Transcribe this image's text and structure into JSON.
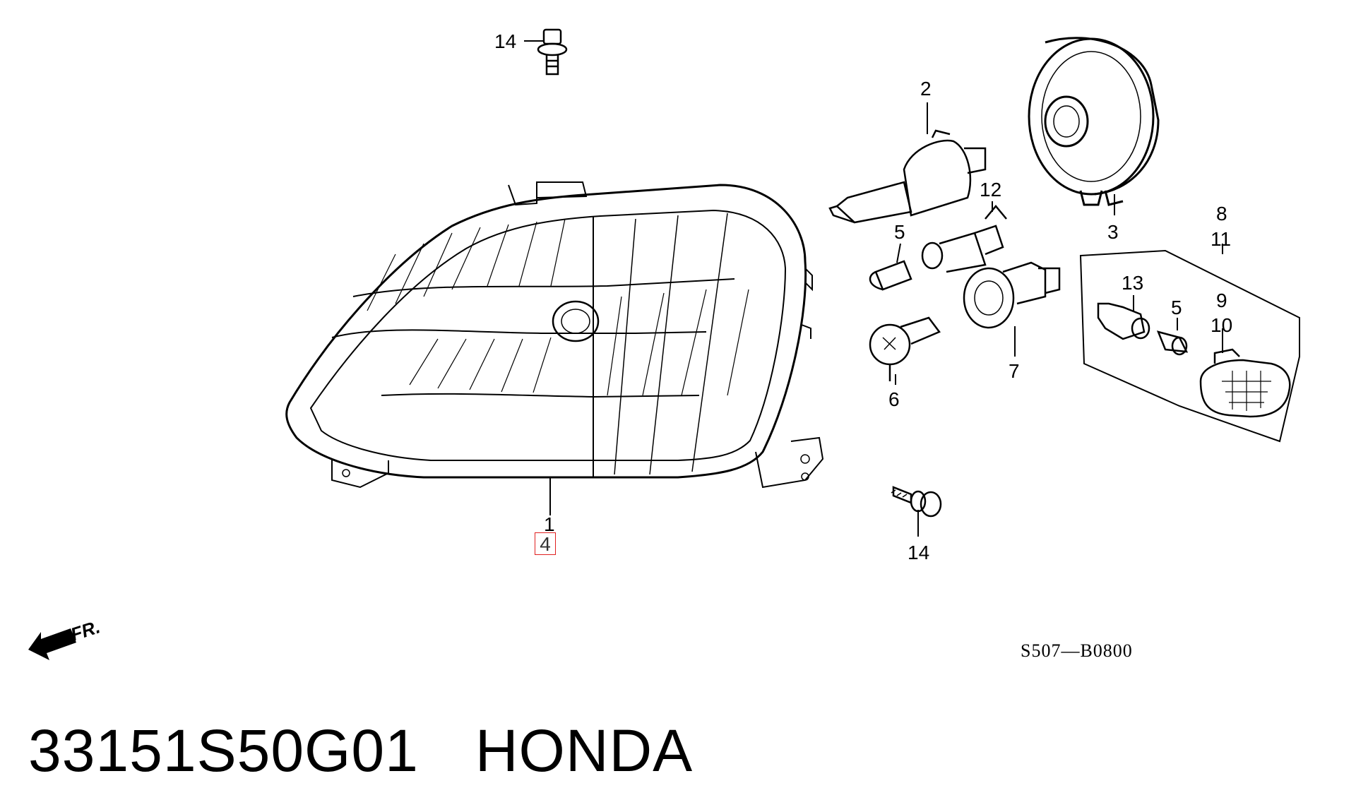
{
  "diagram": {
    "part_callouts": [
      {
        "id": "c14a",
        "label": "14"
      },
      {
        "id": "c2",
        "label": "2"
      },
      {
        "id": "c12",
        "label": "12"
      },
      {
        "id": "c5a",
        "label": "5"
      },
      {
        "id": "c3",
        "label": "3"
      },
      {
        "id": "c8",
        "label": "8"
      },
      {
        "id": "c11",
        "label": "11"
      },
      {
        "id": "c13",
        "label": "13"
      },
      {
        "id": "c5b",
        "label": "5"
      },
      {
        "id": "c9",
        "label": "9"
      },
      {
        "id": "c10",
        "label": "10"
      },
      {
        "id": "c6",
        "label": "6"
      },
      {
        "id": "c7",
        "label": "7"
      },
      {
        "id": "c1",
        "label": "1"
      },
      {
        "id": "c14b",
        "label": "14"
      }
    ],
    "highlighted_callout": "4",
    "direction_label": "FR.",
    "reference_code": "S507—B0800"
  },
  "footer": {
    "part_number": "33151S50G01",
    "brand": "HONDA"
  },
  "colors": {
    "line": "#000000",
    "highlight": "#e02020"
  }
}
